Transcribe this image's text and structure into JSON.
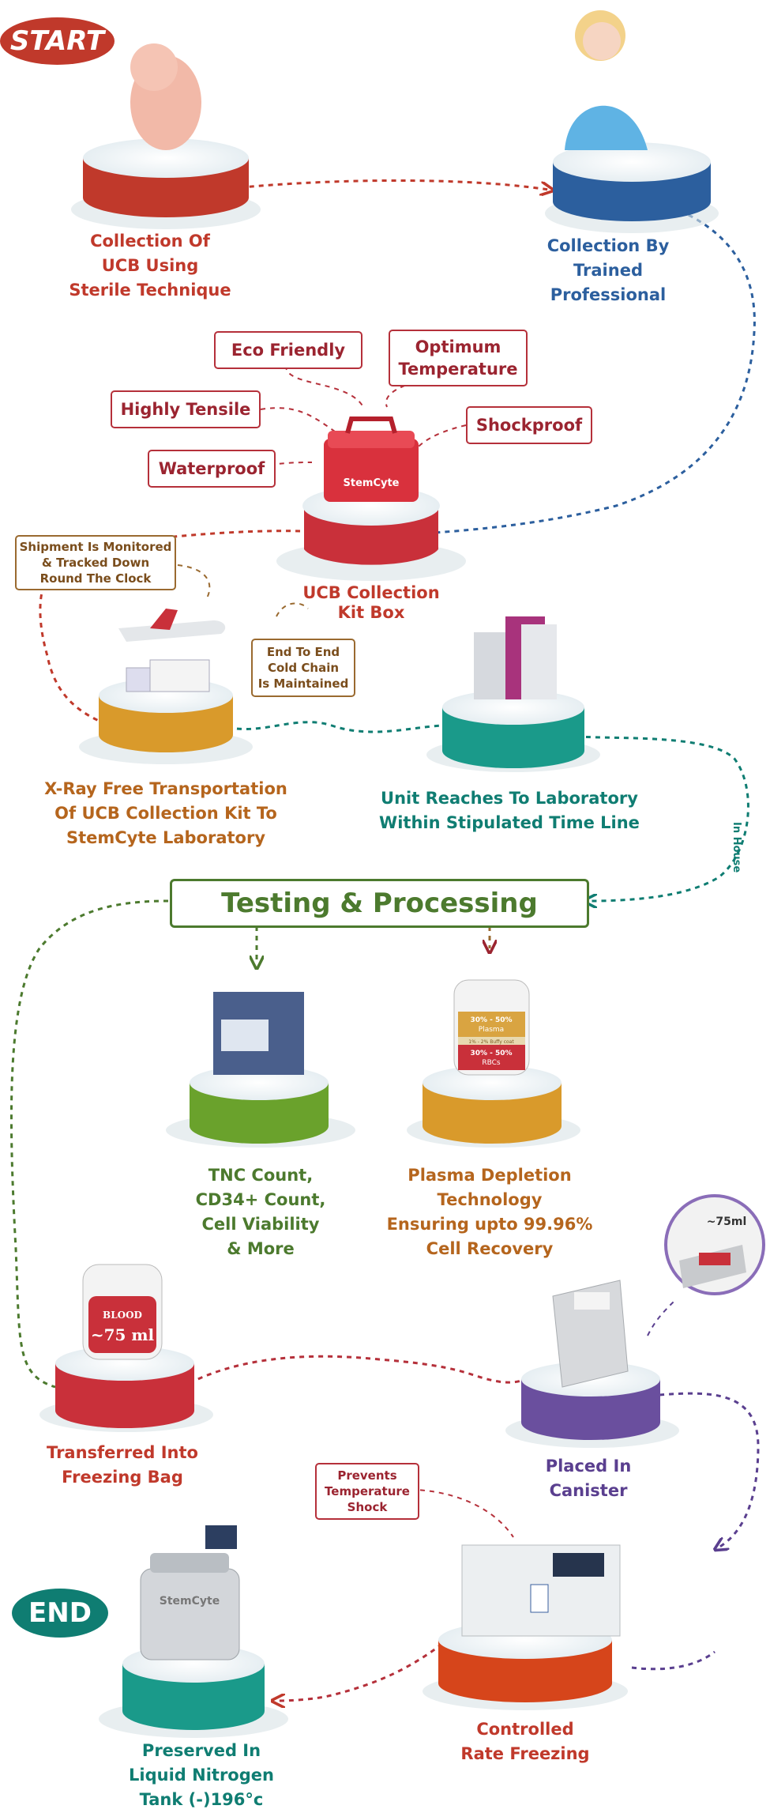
{
  "badges": {
    "start": "START",
    "end": "END"
  },
  "steps": {
    "collection": "Collection Of\nUCB Using\nSterile Technique",
    "professional": "Collection By\nTrained\nProfessional",
    "kit_box": "UCB Collection\nKit Box",
    "transport": "X-Ray Free Transportation\nOf UCB Collection Kit To\nStemCyte Laboratory",
    "lab": "Unit Reaches To Laboratory\nWithin Stipulated Time Line",
    "tnc": "TNC Count,\nCD34+ Count,\nCell Viability\n& More",
    "plasma": "Plasma Depletion\nTechnology\nEnsuring upto 99.96%\nCell Recovery",
    "freezing_bag": "Transferred Into\nFreezing Bag",
    "canister": "Placed In\nCanister",
    "rate_freezing": "Controlled\nRate Freezing",
    "preserved": "Preserved In\nLiquid Nitrogen\nTank (-)196°c"
  },
  "features": {
    "eco": "Eco Friendly",
    "optimum": "Optimum\nTemperature",
    "tensile": "Highly Tensile",
    "shockproof": "Shockproof",
    "waterproof": "Waterproof"
  },
  "notes": {
    "shipment": "Shipment Is Monitored\n& Tracked Down\nRound The Clock",
    "cold_chain": "End To End\nCold Chain\nIs Maintained",
    "temp_shock": "Prevents\nTemperature\nShock",
    "in_house": "In House"
  },
  "testing": "Testing & Processing",
  "artwork": {
    "kit_brand": "StemCyte",
    "tank_brand": "StemCyte",
    "bag_blood": "BLOOD",
    "bag_volume": "~75 ml",
    "canister_zoom": "~75ml",
    "plasma_bag_top": "30% - 50%",
    "plasma_bag_top2": "Plasma",
    "plasma_bag_mid": "1% - 2% Buffy coat",
    "plasma_bag_bottom": "30% - 50%",
    "plasma_bag_bottom2": "RBCs"
  },
  "colors": {
    "red": "#c0392b",
    "blue": "#2c5f9e",
    "orange": "#b5651d",
    "teal": "#0f7d72",
    "green": "#4c7a2e",
    "purple": "#5a3f8f"
  }
}
